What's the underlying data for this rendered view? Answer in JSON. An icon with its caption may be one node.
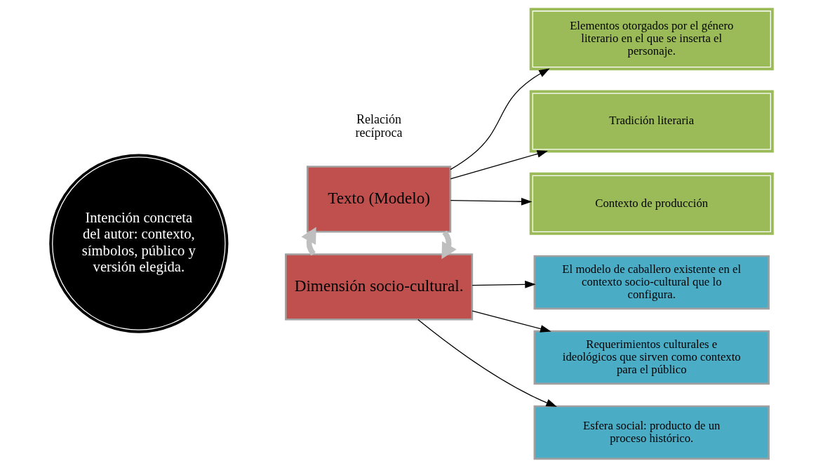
{
  "diagram": {
    "nodes": [
      {
        "text": [
          "Intención concreta del autor: contexto, símbolos, público y versión elegida."
        ]
      },
      {
        "text": [
          "Dimensión socio-cultural."
        ]
      },
      {
        "text": [
          "Texto (Modelo)"
        ]
      },
      {
        "text": [
          "El modelo de caballero existente en el contexto socio-cultural que lo configura."
        ]
      },
      {
        "text": [
          "Requerimientos culturales e ideológicos que sirven como contexto para el público"
        ]
      },
      {
        "text": [
          "Esfera social: producto de un proceso histórico."
        ]
      },
      {
        "text": [
          "Elementos otorgados por el género literario en el que se inserta el personaje."
        ]
      },
      {
        "text": [
          "Tradición literaria"
        ]
      },
      {
        "text": [
          "Contexto de producción"
        ]
      }
    ],
    "edges": [
      {
        "from": 2,
        "to": 1,
        "arrow": "to",
        "style": "thick",
        "color": "#bfbfbf"
      },
      {
        "from": 1,
        "to": 2,
        "arrow": "to",
        "style": "thick",
        "color": "#bfbfbf"
      },
      {
        "from": 1,
        "to": 3,
        "arrow": "to"
      },
      {
        "from": 1,
        "to": 4,
        "arrow": "to"
      },
      {
        "from": 1,
        "to": 5,
        "arrow": "to"
      },
      {
        "from": 2,
        "to": 6,
        "arrow": "to"
      },
      {
        "from": 2,
        "to": 7,
        "arrow": "to"
      },
      {
        "from": 2,
        "to": 8,
        "arrow": "to"
      }
    ],
    "labels": [
      "Relación recíproca"
    ]
  }
}
